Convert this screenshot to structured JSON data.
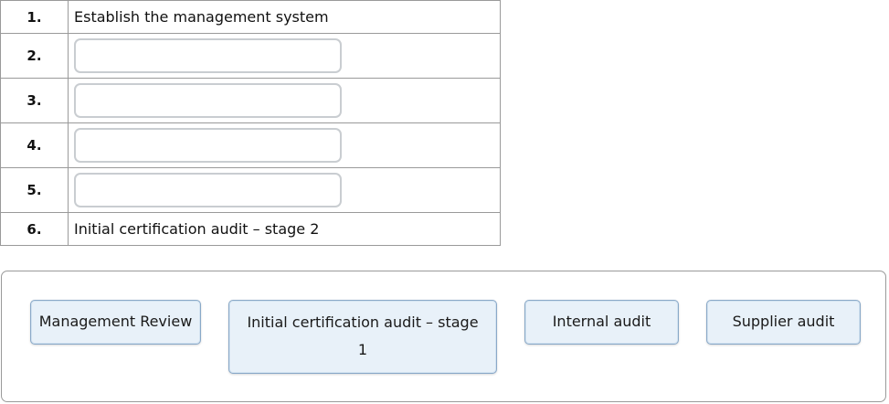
{
  "steps": [
    {
      "number": "1.",
      "text": "Establish the management system"
    },
    {
      "number": "2.",
      "text": ""
    },
    {
      "number": "3.",
      "text": ""
    },
    {
      "number": "4.",
      "text": ""
    },
    {
      "number": "5.",
      "text": ""
    },
    {
      "number": "6.",
      "text": "Initial certification audit – stage 2"
    }
  ],
  "options": [
    {
      "label": "Management Review"
    },
    {
      "label": "Initial certification audit – stage 1"
    },
    {
      "label": "Internal audit"
    },
    {
      "label": "Supplier audit"
    }
  ]
}
